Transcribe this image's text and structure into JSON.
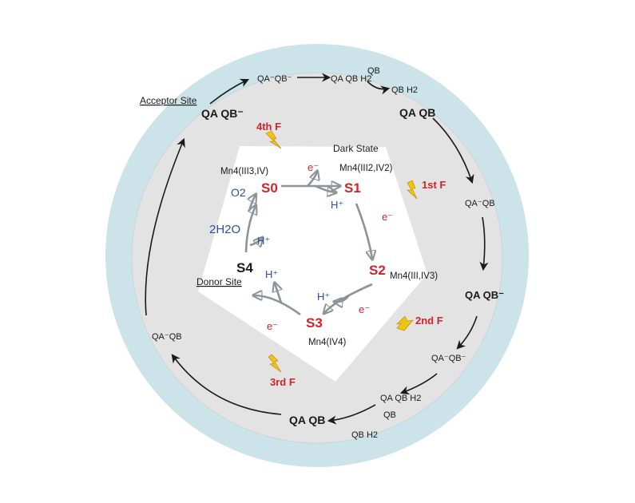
{
  "colors": {
    "outer_ring": "#cde3ea",
    "inner_ring": "#e3e3e3",
    "center": "#ffffff",
    "state_red": "#d1232a",
    "blue_text": "#2f4f9e",
    "grey_arrow": "#8a9499",
    "lightning": "#f1c40f"
  },
  "labels": {
    "acceptor_site": "Acceptor Site",
    "donor_site": "Donor Site",
    "dark_state": "Dark State"
  },
  "states": {
    "s0": "S0",
    "s1": "S1",
    "s2": "S2",
    "s3": "S3",
    "s4": "S4"
  },
  "manganese": {
    "s0": "Mn4(III3,IV)",
    "s1": "Mn4(III2,IV2)",
    "s2": "Mn4(III,IV3)",
    "s3": "Mn4(IV4)"
  },
  "flashes": {
    "first": "1st F",
    "second": "2nd F",
    "third": "3rd F",
    "fourth": "4th F"
  },
  "species": {
    "electron": "e⁻",
    "proton": "H⁺",
    "oxygen": "O2",
    "water": "2H2O"
  },
  "quinones": {
    "qa_qb_minus": "QA QB⁻",
    "qa_minus_qb": "QA⁻QB",
    "qa_minus_qb_minus": "QA⁻QB⁻",
    "qa_qb": "QA QB",
    "qa_qb_h2": "QA QB H2",
    "qb": "QB",
    "qb_h2": "QB H2"
  },
  "icons": [
    "lightning-icon"
  ]
}
